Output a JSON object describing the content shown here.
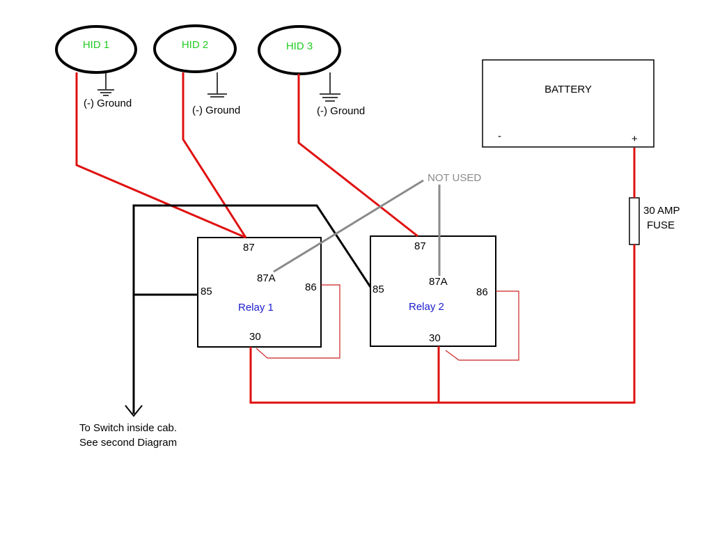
{
  "colors": {
    "wire_power": "#e01010",
    "wire_signal": "#cc2222",
    "wire_control": "#000000",
    "wire_unused": "#8a8a8a",
    "hid_label": "#22cc22",
    "relay_label": "#1a1acc",
    "outline": "#000000"
  },
  "hids": [
    {
      "label": "HID 1",
      "ground_label": "(-) Ground"
    },
    {
      "label": "HID 2",
      "ground_label": "(-) Ground"
    },
    {
      "label": "HID 3",
      "ground_label": "(-) Ground"
    }
  ],
  "battery": {
    "label": "BATTERY",
    "minus": "-",
    "plus": "+"
  },
  "fuse": {
    "line1": "30 AMP",
    "line2": "FUSE"
  },
  "not_used_label": "NOT USED",
  "relays": [
    {
      "name": "Relay 1",
      "pins": {
        "p87": "87",
        "p87a": "87A",
        "p85": "85",
        "p86": "86",
        "p30": "30"
      }
    },
    {
      "name": "Relay 2",
      "pins": {
        "p87": "87",
        "p87a": "87A",
        "p85": "85",
        "p86": "86",
        "p30": "30"
      }
    }
  ],
  "switch_note": {
    "line1": "To Switch inside cab.",
    "line2": "See second Diagram"
  }
}
